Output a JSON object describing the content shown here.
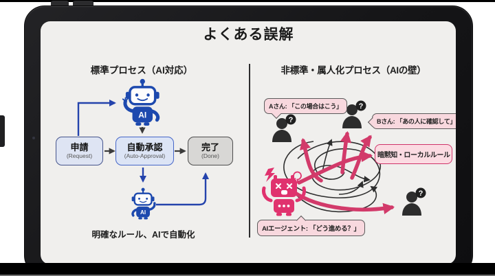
{
  "slide": {
    "title": "よくある誤解"
  },
  "left": {
    "header": "標準プロセス（AI対応）",
    "nodes": [
      {
        "label": "申請",
        "sub": "(Request)"
      },
      {
        "label": "自動承認",
        "sub": "(Auto-Approval)"
      },
      {
        "label": "完了",
        "sub": "(Done)"
      }
    ],
    "robot_chest": "AI",
    "caption": "明確なルール、AIで自動化"
  },
  "right": {
    "header": "非標準・属人化プロセス（AIの壁）",
    "bubble_a": "Aさん: 「この場合はこう」",
    "bubble_b": "Bさん: 「あの人に確認して」",
    "rule_box": "暗黙知・ローカルルール",
    "bubble_agent": "AIエージェント: 「どう進める？」",
    "question_mark": "?"
  },
  "colors": {
    "accent_blue": "#1d49ae",
    "accent_crimson": "#d23a6a",
    "robot_pink": "#e0326e",
    "bubble_pink": "#f8d8de",
    "node_blue_fill": "#dee4f3",
    "done_gray_fill": "#d8d7d5",
    "screen_bg": "#f0efed",
    "tablet_black": "#19191b"
  }
}
